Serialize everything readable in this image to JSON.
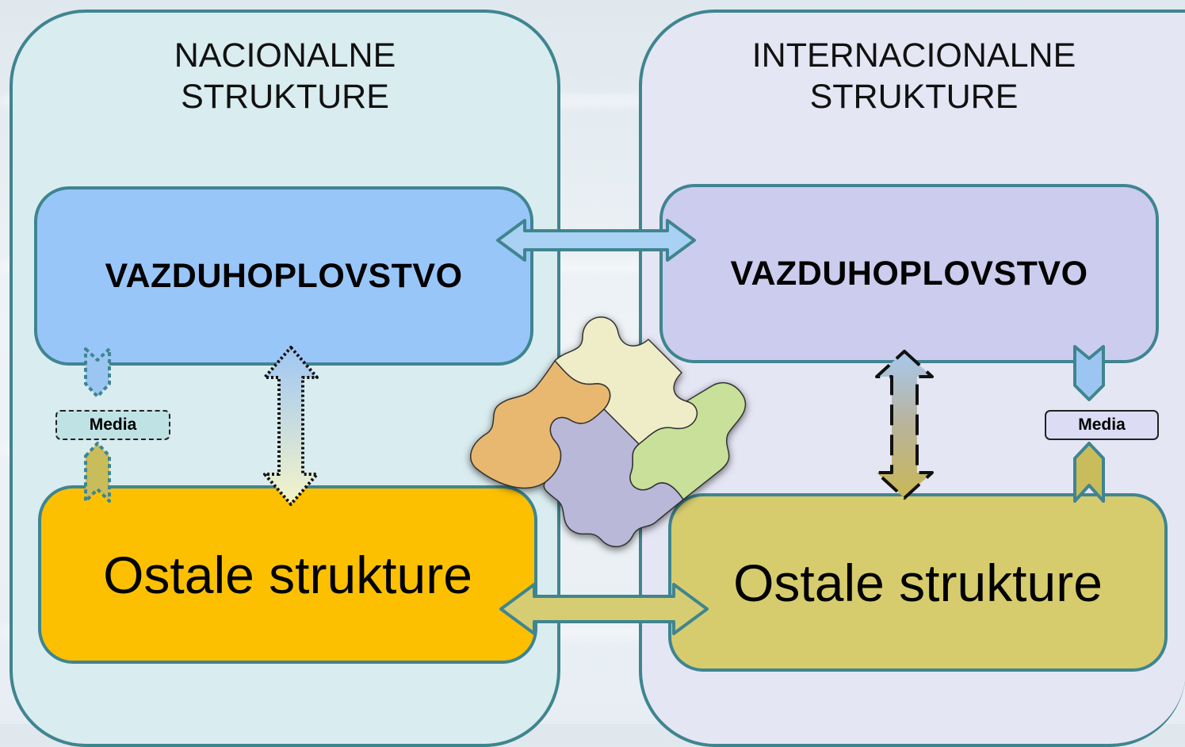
{
  "panels": {
    "national": {
      "title": "NACIONALNE\nSTRUKTURE"
    },
    "international": {
      "title": "INTERNACIONALNE\nSTRUKTURE"
    }
  },
  "boxes": {
    "national_aviation": "VAZDUHOPLOVSTVO",
    "international_aviation": "VAZDUHOPLOVSTVO",
    "national_other": "Ostale strukture",
    "international_other": "Ostale strukture"
  },
  "media": {
    "national": "Media",
    "international": "Media"
  },
  "colors": {
    "panel_border": "#3f8590",
    "national_panel": "#d9ecef",
    "international_panel": "#e5e6f4",
    "national_aviation": "#99c6f9",
    "international_aviation": "#ccccee",
    "national_other": "#fdc000",
    "international_other": "#d7cc6d",
    "puzzle_orange": "#e8b870",
    "puzzle_cream": "#eeedc8",
    "puzzle_green": "#c8e09a",
    "puzzle_lavender": "#b9b8d8"
  },
  "icons": [
    "double-arrow-icon",
    "chevron-arrow-icon",
    "puzzle-icon"
  ]
}
